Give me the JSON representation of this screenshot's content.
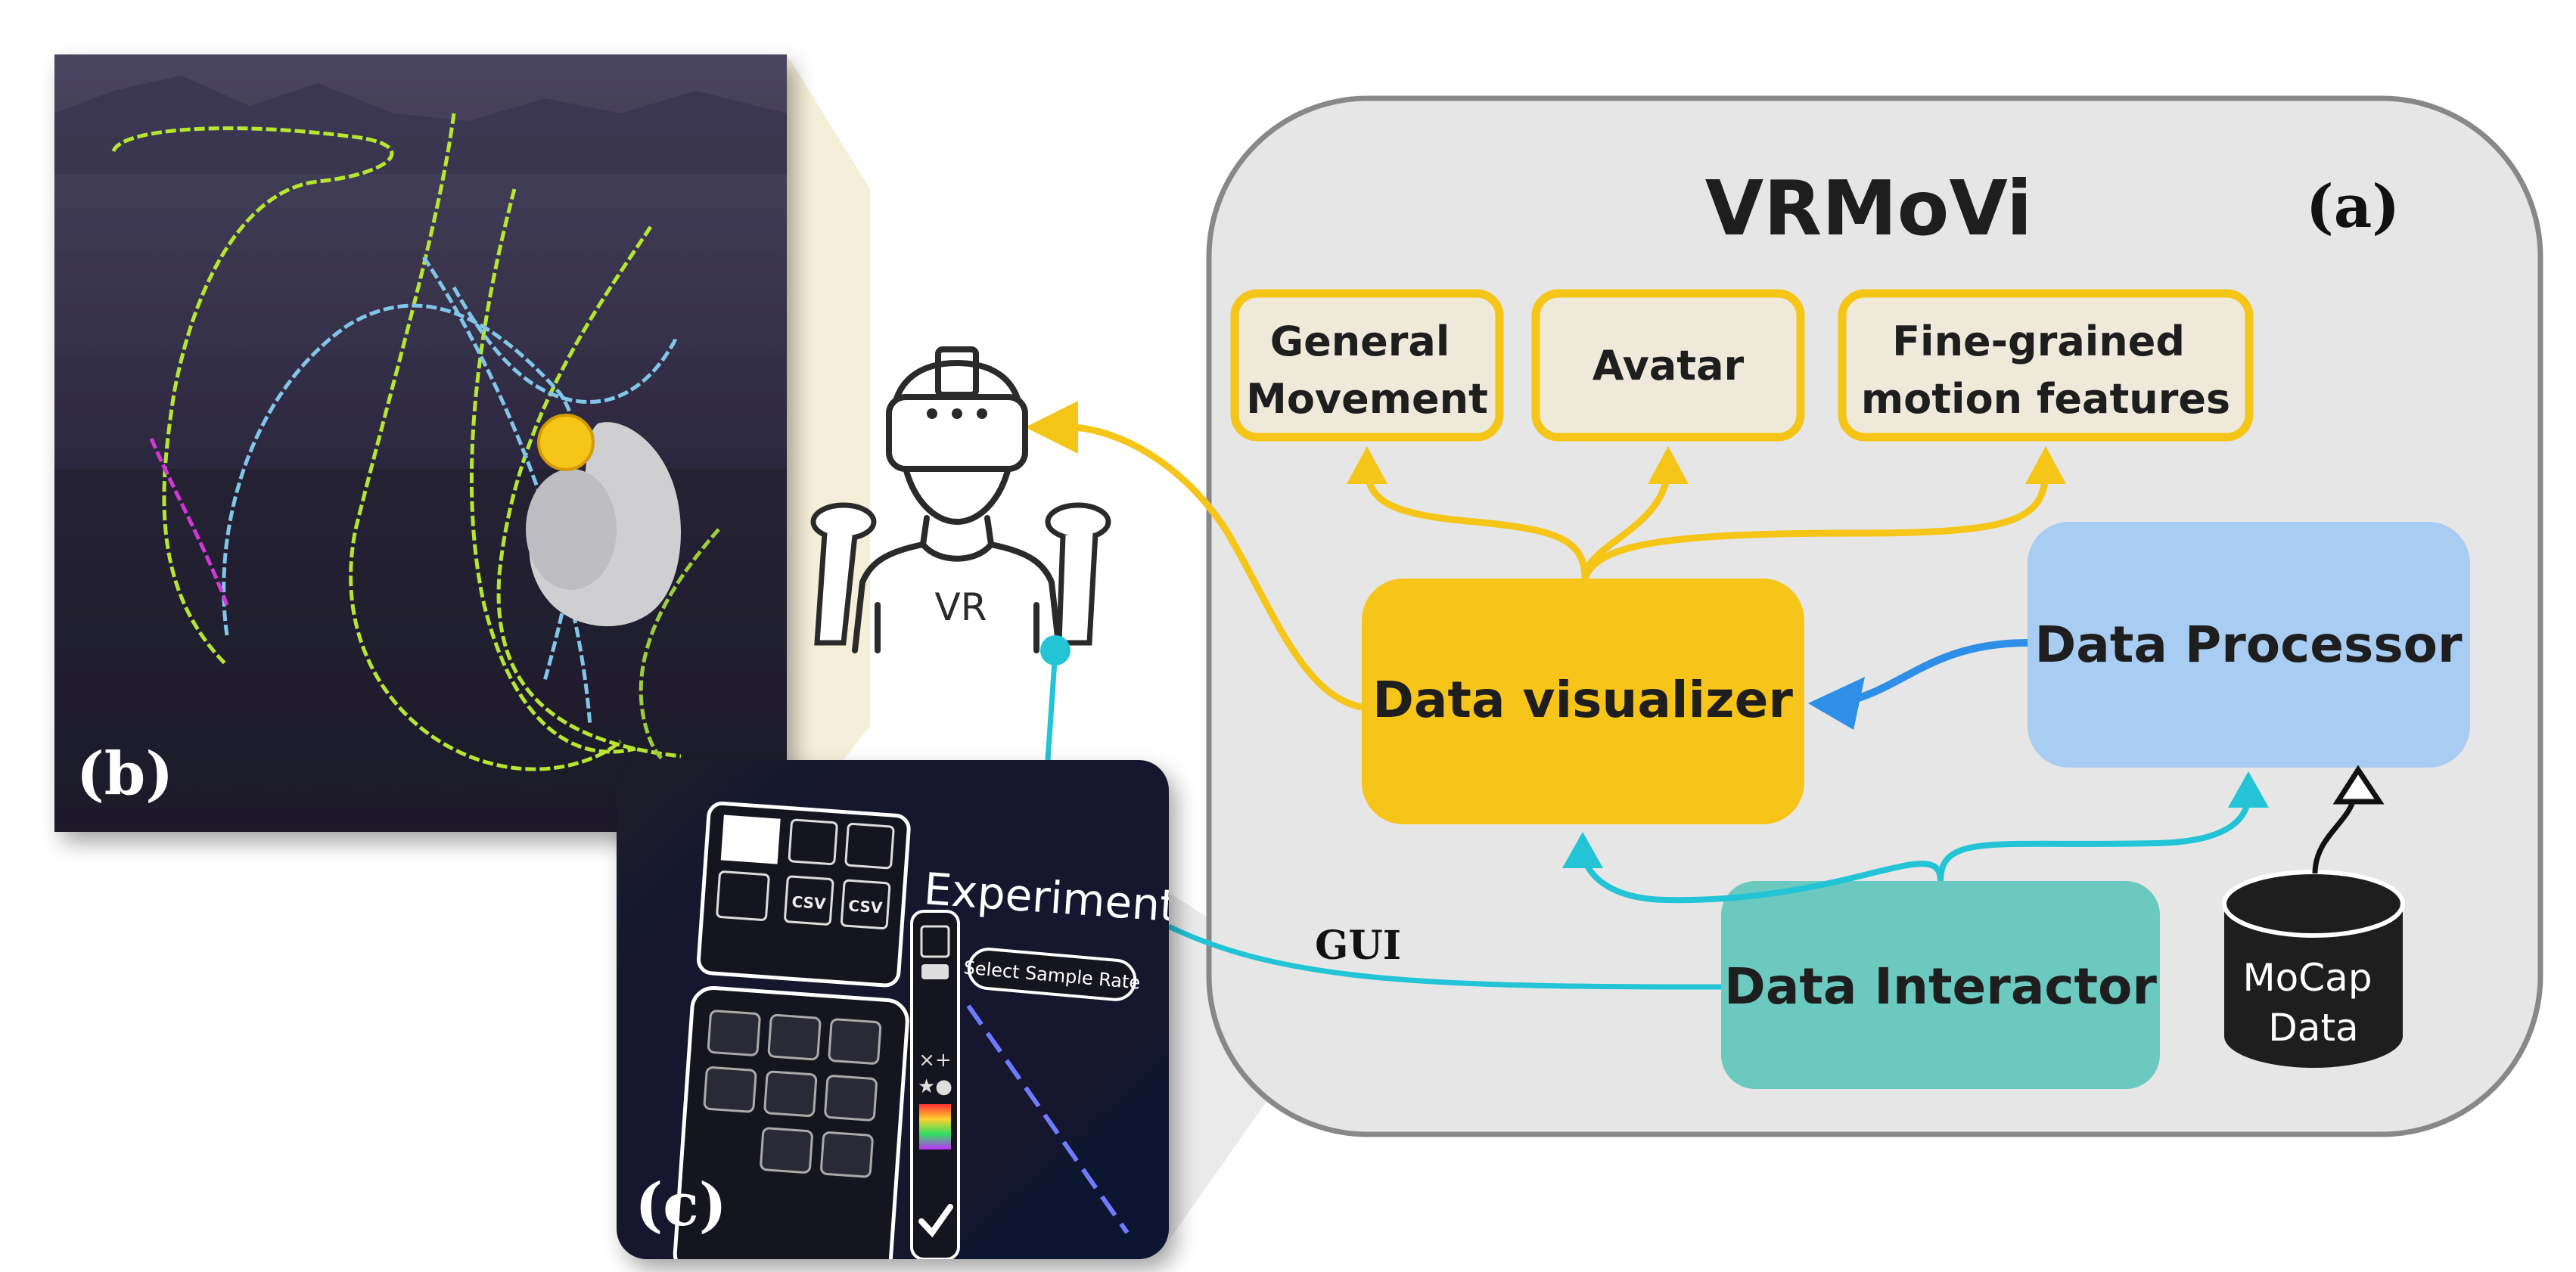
{
  "title": "VRMoVi",
  "panel_labels": {
    "a": "(a)",
    "b": "(b)",
    "c": "(c)"
  },
  "boxes": {
    "general_movement": [
      "General",
      "Movement"
    ],
    "avatar": "Avatar",
    "fine_grained": [
      "Fine-grained",
      "motion features"
    ],
    "data_visualizer": "Data visualizer",
    "data_processor": "Data Processor",
    "data_interactor": "Data Interactor",
    "mocap": [
      "MoCap",
      "Data"
    ]
  },
  "vr_label": "VR",
  "gui_label": "GUI",
  "menu": {
    "experimental": "Experimental",
    "select_sample_rate": "Select Sample Rate",
    "csv": "CSV"
  },
  "colors": {
    "yellow": "#F5C518",
    "yellow_fill": "#F7C51A",
    "beige": "#EFE9DA",
    "blue": "#A9CCF2",
    "blue_arrow": "#2E8FE8",
    "teal": "#6CC9C0",
    "cyan": "#22C4D6",
    "panel": "#E6E6E6",
    "panel_stroke": "#888888",
    "dark": "#1E1E1E"
  },
  "icons": [
    "vr-headset-icon",
    "vr-controller-icon",
    "database-icon",
    "hand-icon",
    "checkmark-icon",
    "camera-icon",
    "eraser-icon",
    "pencil-icon"
  ]
}
